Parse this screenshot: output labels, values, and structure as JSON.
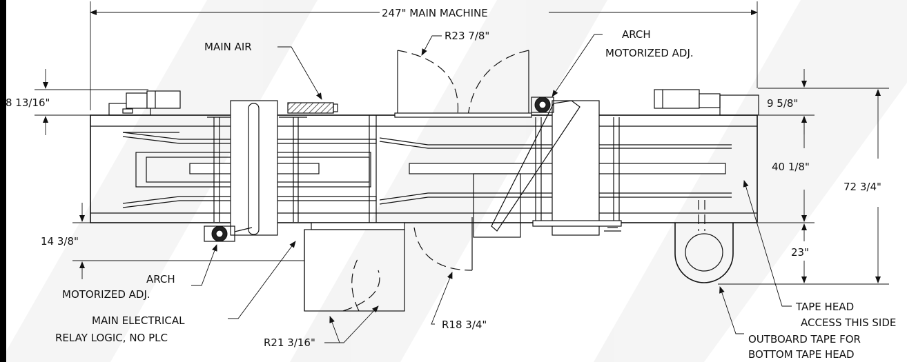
{
  "labels": {
    "main_machine": "247\" MAIN MACHINE",
    "radius_top": "R23 7/8\"",
    "main_air": "MAIN AIR",
    "arch_top": "ARCH",
    "arch_top_adj": "MOTORIZED ADJ.",
    "dim_left_top": "8 13/16\"",
    "dim_right_top": "9 5/8\"",
    "dim_right_mid": "40 1/8\"",
    "dim_right_total": "72 3/4\"",
    "dim_left_bottom": "14 3/8\"",
    "dim_right_bottom": "23\"",
    "arch_bottom": "ARCH",
    "arch_bottom_adj": "MOTORIZED ADJ.",
    "main_electrical": "MAIN ELECTRICAL",
    "relay_logic": "RELAY LOGIC, NO PLC",
    "radius_bottom_left": "R21 3/16\"",
    "radius_bottom_mid": "R18 3/4\"",
    "tape_head": "TAPE HEAD",
    "access_side": "ACCESS THIS SIDE",
    "outboard_tape": "OUTBOARD TAPE FOR",
    "bottom_tape_head": "BOTTOM TAPE HEAD"
  }
}
